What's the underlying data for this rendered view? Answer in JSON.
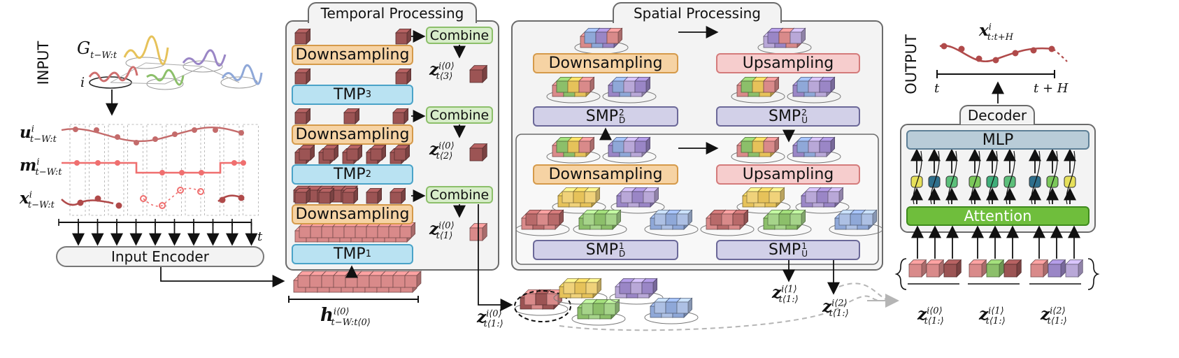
{
  "input": {
    "section_label": "INPUT",
    "graph_label": "G",
    "graph_sub": "t−W:t",
    "node_label": "i",
    "u_label": "u",
    "u_sup": "i",
    "u_sub": "t−W:t",
    "m_label": "m",
    "m_sup": "i",
    "m_sub": "t−W:t",
    "x_label": "x",
    "x_sup": "i",
    "x_sub": "t−W:t",
    "axis_t": "t",
    "encoder_label": "Input Encoder"
  },
  "temporal": {
    "title": "Temporal Processing",
    "downsampling_label": "Downsampling",
    "combine_label": "Combine",
    "tmp_base": "TMP",
    "tmp_levels": [
      "3",
      "2",
      "1"
    ],
    "z_label": "z",
    "z_sup": "i⟨0⟩",
    "z_subs": [
      "t⟨3⟩",
      "t⟨2⟩",
      "t⟨1⟩"
    ],
    "h_label": "h",
    "h_sup": "i⟨0⟩",
    "h_sub": "t−W:t⟨0⟩"
  },
  "spatial": {
    "title": "Spatial Processing",
    "downsampling_label": "Downsampling",
    "upsampling_label": "Upsampling",
    "smp_base": "SMP",
    "smp_d_top": {
      "sup": "2",
      "sub": "D"
    },
    "smp_u_top": {
      "sup": "2",
      "sub": "U"
    },
    "smp_d_bot": {
      "sup": "1",
      "sub": "D"
    },
    "smp_u_bot": {
      "sup": "1",
      "sub": "U"
    },
    "z_in": {
      "label": "z",
      "sup": "i⟨0⟩",
      "sub": "t⟨1:⟩"
    },
    "z_out1": {
      "label": "z",
      "sup": "i⟨1⟩",
      "sub": "t⟨1:⟩"
    },
    "z_out2": {
      "label": "z",
      "sup": "i⟨2⟩",
      "sub": "t⟨1:⟩"
    }
  },
  "output": {
    "section_label": "OUTPUT",
    "x_label": "x",
    "x_sup": "i",
    "x_sub": "t:t+H",
    "axis_start": "t",
    "axis_end": "t + H",
    "decoder_title": "Decoder",
    "mlp_label": "MLP",
    "attention_label": "Attention",
    "z_groups": [
      {
        "label": "z",
        "sup": "i⟨0⟩",
        "sub": "t⟨1:⟩"
      },
      {
        "label": "z",
        "sup": "i⟨1⟩",
        "sub": "t⟨1:⟩"
      },
      {
        "label": "z",
        "sup": "i⟨2⟩",
        "sub": "t⟨1:⟩"
      }
    ]
  },
  "colors": {
    "node_red": "#cf6f6f",
    "node_yellow": "#e6c25a",
    "node_green": "#8cbf6a",
    "node_purple": "#9a86c6",
    "node_blue": "#8fa8d8",
    "cube_red": "#d98a8a",
    "cube_dark": "#9c5454",
    "signal_red": "#b04a4a",
    "mask_red": "#ef6f6f"
  }
}
